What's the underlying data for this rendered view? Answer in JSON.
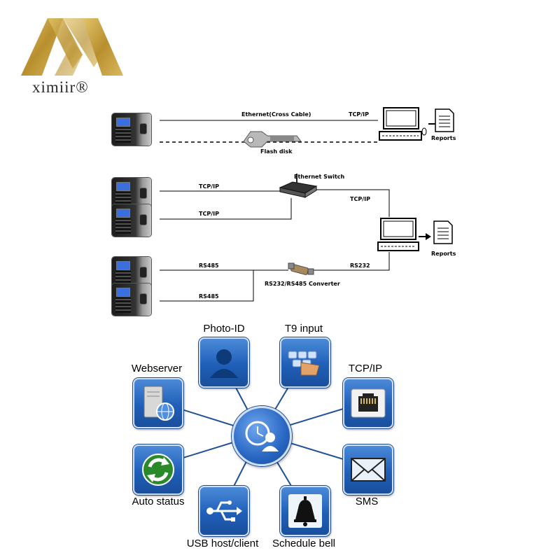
{
  "brand": {
    "name": "ximiir®",
    "logo_color": "#c8a44a"
  },
  "topology": {
    "scenario1": {
      "line_top": "Ethernet(Cross Cable)",
      "line_top_protocol": "TCP/IP",
      "flash_label": "Flash disk",
      "reports": "Reports"
    },
    "scenario2": {
      "switch_label": "Ethernet Switch",
      "dev1_link": "TCP/IP",
      "dev2_link": "TCP/IP",
      "uplink": "TCP/IP",
      "reports": "Reports"
    },
    "scenario3": {
      "dev3_link": "RS485",
      "dev4_link": "RS485",
      "converter_label": "RS232/RS485 Converter",
      "uplink": "RS232"
    }
  },
  "features": {
    "photo_id": "Photo-ID",
    "t9_input": "T9 input",
    "webserver": "Webserver",
    "tcp_ip": "TCP/IP",
    "auto_status": "Auto status",
    "sms": "SMS",
    "usb": "USB host/client",
    "schedule_bell": "Schedule bell"
  },
  "colors": {
    "tile_blue": "#1f5fb8",
    "spoke": "#1e4f9a"
  }
}
